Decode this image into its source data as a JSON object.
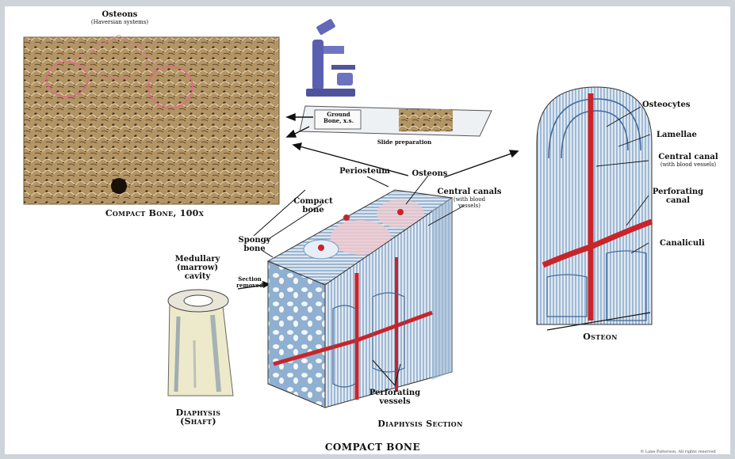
{
  "labels": {
    "osteons_top": "Osteons",
    "osteons_top_sub": "(Haversian systems)",
    "compact_bone_100x": "Compact Bone, 100x",
    "ground_bone": "Ground",
    "ground_bone_2": "Bone, x.s.",
    "slide_preparation": "Slide preparation",
    "periosteum": "Periosteum",
    "osteons_mid": "Osteons",
    "central_canals": "Central canals",
    "central_canals_sub": "(with blood",
    "central_canals_sub2": "vessels)",
    "compact_bone": "Compact",
    "compact_bone_2": "bone",
    "spongy_bone": "Spongy",
    "spongy_bone_2": "bone",
    "medullary": "Medullary",
    "medullary_2": "(marrow)",
    "medullary_3": "cavity",
    "section_removed": "Section",
    "section_removed_2": "removed",
    "perforating_vessels": "Perforating",
    "perforating_vessels_2": "vessels",
    "diaphysis": "Diaphysis",
    "diaphysis_2": "(Shaft)",
    "diaphysis_section": "Diaphysis Section",
    "osteocytes": "Osteocytes",
    "lamellae": "Lamellae",
    "central_canal": "Central canal",
    "central_canal_sub": "(with blood vessels)",
    "perforating_canal": "Perforating",
    "perforating_canal_2": "canal",
    "canaliculi": "Canaliculi",
    "osteon": "Osteon",
    "main_title": "COMPACT BONE",
    "copyright": "© Lane Patterson, All rights reserved"
  },
  "colors": {
    "bone_blue": "#6f9ac4",
    "vessel_red": "#c8242a",
    "micrograph_tan": "#a98a5a",
    "osteon_outline": "#e06b8a"
  }
}
